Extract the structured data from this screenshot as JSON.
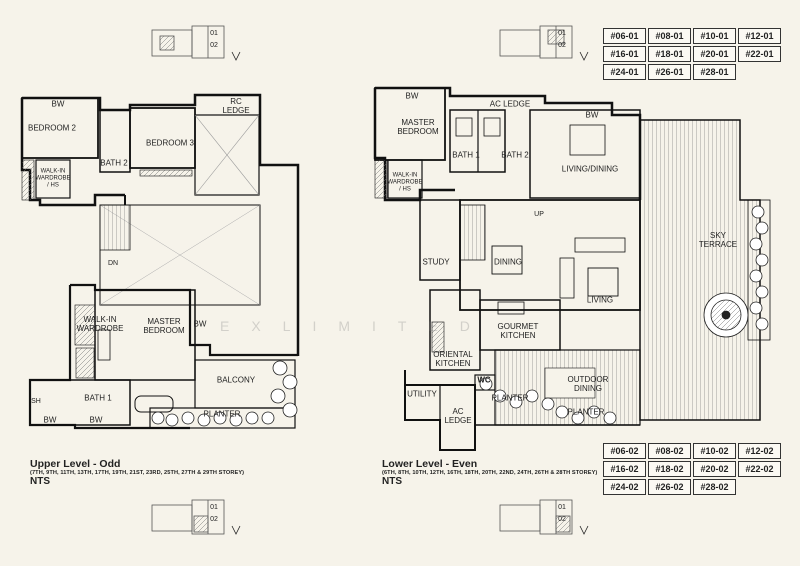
{
  "upper": {
    "labels": {
      "bw1": "BW",
      "bedroom2": "BEDROOM 2",
      "bath2": "BATH 2",
      "bedroom3": "BEDROOM 3",
      "rc_ledge": "RC\nLEDGE",
      "walkin1": "WALK-IN\nWARDROBE\n/ HS",
      "dn": "DN",
      "walkin2": "WALK-IN\nWARDROBE",
      "master": "MASTER\nBEDROOM",
      "bw2": "BW",
      "balcony": "BALCONY",
      "planter": "PLANTER",
      "sh": "SH",
      "bath1": "BATH 1",
      "bw3": "BW",
      "bw4": "BW"
    },
    "caption": {
      "title": "Upper Level - Odd",
      "storeys": "(7TH, 9TH, 11TH, 13TH, 17TH, 19TH, 21ST, 23RD, 25TH, 27TH & 29TH STOREY)",
      "nts": "NTS"
    }
  },
  "lower": {
    "labels": {
      "bw1": "BW",
      "ac_ledge": "AC LEDGE",
      "master": "MASTER\nBEDROOM",
      "bath1": "BATH 1",
      "bath2": "BATH 2",
      "bw2": "BW",
      "living_dining": "LIVING/DINING",
      "walkin": "WALK-IN\nWARDROBE\n/ HS",
      "up": "UP",
      "study": "STUDY",
      "dining": "DINING",
      "living": "LIVING",
      "sky_terrace": "SKY\nTERRACE",
      "gourmet": "GOURMET\nKITCHEN",
      "oriental": "ORIENTAL\nKITCHEN",
      "wc": "WC",
      "utility": "UTILITY",
      "planter1": "PLANTER",
      "outdoor": "OUTDOOR\nDINING",
      "planter2": "PLANTER",
      "ac_ledge2": "AC\nLEDGE"
    },
    "caption": {
      "title": "Lower Level - Even",
      "storeys": "(6TH, 8TH, 10TH, 12TH, 16TH, 18TH, 20TH, 22ND, 24TH, 26TH & 28TH STOREY)",
      "nts": "NTS"
    }
  },
  "units_top": [
    "#06-01",
    "#08-01",
    "#10-01",
    "#12-01",
    "#16-01",
    "#18-01",
    "#20-01",
    "#22-01",
    "#24-01",
    "#26-01",
    "#28-01"
  ],
  "units_bottom": [
    "#06-02",
    "#08-02",
    "#10-02",
    "#12-02",
    "#16-02",
    "#18-02",
    "#20-02",
    "#22-02",
    "#24-02",
    "#26-02",
    "#28-02"
  ],
  "keyplan_labels": [
    "01",
    "02"
  ],
  "watermark": "EXLIMITED"
}
